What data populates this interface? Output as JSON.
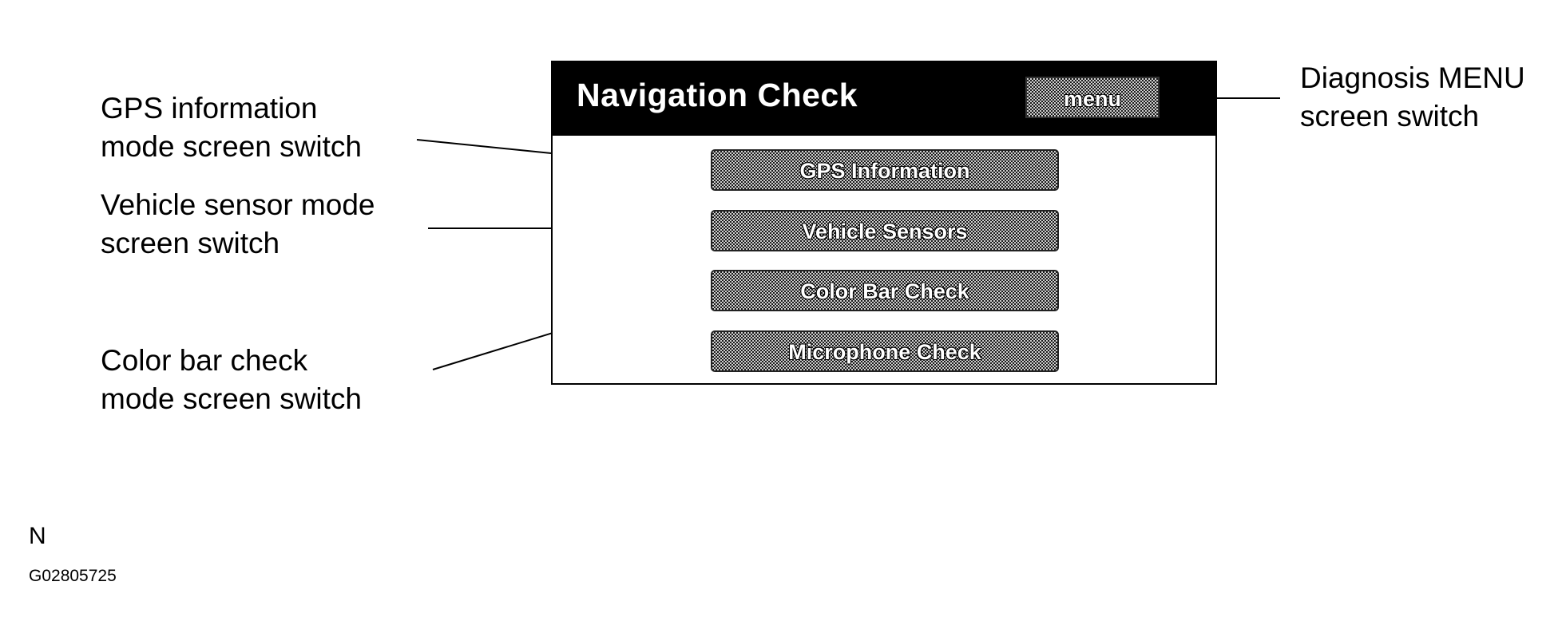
{
  "screen": {
    "title": "Navigation Check",
    "menu_label": "menu",
    "buttons": [
      "GPS Information",
      "Vehicle Sensors",
      "Color Bar Check",
      "Microphone Check"
    ]
  },
  "callouts": {
    "gps": "GPS information\nmode screen switch",
    "vehicle": "Vehicle  sensor  mode\nscreen switch",
    "colorbar": "Color bar check\nmode screen switch",
    "diagnosis": "Diagnosis MENU\nscreen switch"
  },
  "footer": {
    "letter": "N",
    "code": "G02805725"
  }
}
